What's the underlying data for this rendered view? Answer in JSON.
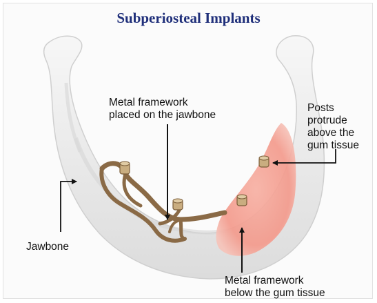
{
  "title": "Subperiosteal Implants",
  "labels": {
    "metal_framework_top": [
      "Metal framework",
      "placed on the jawbone"
    ],
    "posts": [
      "Posts",
      "protrude",
      "above the",
      "gum tissue"
    ],
    "jawbone": "Jawbone",
    "metal_framework_bottom": [
      "Metal framework",
      "below the gum tissue"
    ]
  },
  "colors": {
    "title": "#1f2f7a",
    "bone": "#ececec",
    "gum": "#f39a8c",
    "framework": "#8a6a46",
    "post": "#c9ad80"
  }
}
